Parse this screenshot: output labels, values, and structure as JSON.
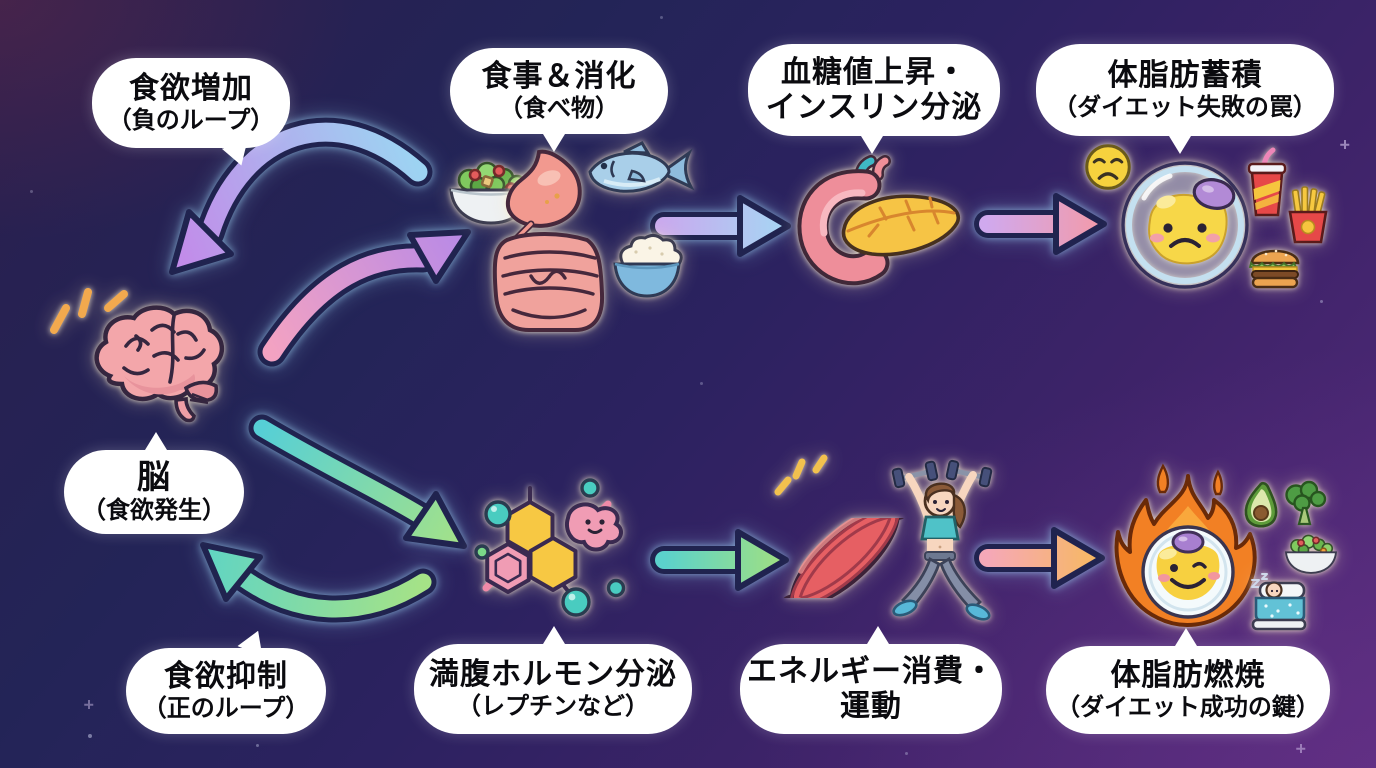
{
  "diagram_title": "appetite-and-metabolism-loop-diagram",
  "language": "ja",
  "colors": {
    "background_navy": "#232457",
    "background_purple": "#552b7c",
    "bubble_bg": "#ffffff",
    "bubble_text": "#0b0b0f",
    "arrow_outline": "#20234f",
    "arrow_blue": "#9dd3f2",
    "arrow_purple": "#c28ce9",
    "arrow_pink": "#f3a2c2",
    "arrow_teal": "#56cfd6",
    "arrow_green": "#a5e287",
    "arrow_orange": "#f7b95e"
  },
  "bubbles": {
    "appetite_increase": {
      "line1": "食欲増加",
      "line2": "（負のループ）"
    },
    "eating_digestion": {
      "line1": "食事＆消化",
      "line2": "（食べ物）"
    },
    "blood_sugar_insulin": {
      "line1": "血糖値上昇・",
      "line2": "インスリン分泌"
    },
    "fat_storage": {
      "line1": "体脂肪蓄積",
      "line2": "（ダイエット失敗の罠）"
    },
    "brain": {
      "line1": "脳",
      "line2": "（食欲発生）"
    },
    "appetite_suppression": {
      "line1": "食欲抑制",
      "line2": "（正のループ）"
    },
    "satiety_hormone": {
      "line1": "満腹ホルモン分泌",
      "line2": "（レプチンなど）"
    },
    "energy_exercise": {
      "line1": "エネルギー消費・",
      "line2": "運動"
    },
    "fat_burning": {
      "line1": "体脂肪燃焼",
      "line2": "（ダイエット成功の鍵）"
    }
  },
  "icons": [
    "brain-icon",
    "sparkle-dashes-icon",
    "salad-bowl-icon",
    "stomach-intestines-icon",
    "fish-icon",
    "rice-bowl-icon",
    "pancreas-icon",
    "sad-face-icon",
    "fat-cell-sad-icon",
    "soda-cup-icon",
    "french-fries-icon",
    "burger-icon",
    "hormone-molecule-icon",
    "muscle-icon",
    "exercising-woman-icon",
    "fat-burning-flame-icon",
    "avocado-broccoli-icon",
    "salad-bowl-small-icon",
    "sleeping-person-icon"
  ],
  "arrows": [
    {
      "name": "arrow-loop-back-to-brain",
      "from": "eating_digestion",
      "to": "brain",
      "gradient": [
        "#9dd3f2",
        "#c28ce9"
      ]
    },
    {
      "name": "arrow-brain-to-eating",
      "from": "brain",
      "to": "eating_digestion",
      "gradient": [
        "#f3a2c2",
        "#b98ae6"
      ]
    },
    {
      "name": "arrow-eating-to-insulin",
      "from": "eating_digestion",
      "to": "blood_sugar_insulin",
      "gradient": [
        "#c9a9ee",
        "#a5d7f4"
      ]
    },
    {
      "name": "arrow-insulin-to-fat-storage",
      "from": "blood_sugar_insulin",
      "to": "fat_storage",
      "gradient": [
        "#d0a9ee",
        "#f39aa8"
      ]
    },
    {
      "name": "arrow-brain-to-hormone",
      "from": "brain",
      "to": "satiety_hormone",
      "gradient": [
        "#56cfd6",
        "#a5e287"
      ]
    },
    {
      "name": "arrow-hormone-loop-to-brain",
      "from": "satiety_hormone",
      "to": "brain",
      "gradient": [
        "#a5e287",
        "#5fd4c4"
      ]
    },
    {
      "name": "arrow-hormone-to-energy",
      "from": "satiety_hormone",
      "to": "energy_exercise",
      "gradient": [
        "#5bd2cc",
        "#a2e07f"
      ]
    },
    {
      "name": "arrow-energy-to-fat-burning",
      "from": "energy_exercise",
      "to": "fat_burning",
      "gradient": [
        "#f5a8b8",
        "#f7b95e"
      ]
    }
  ]
}
